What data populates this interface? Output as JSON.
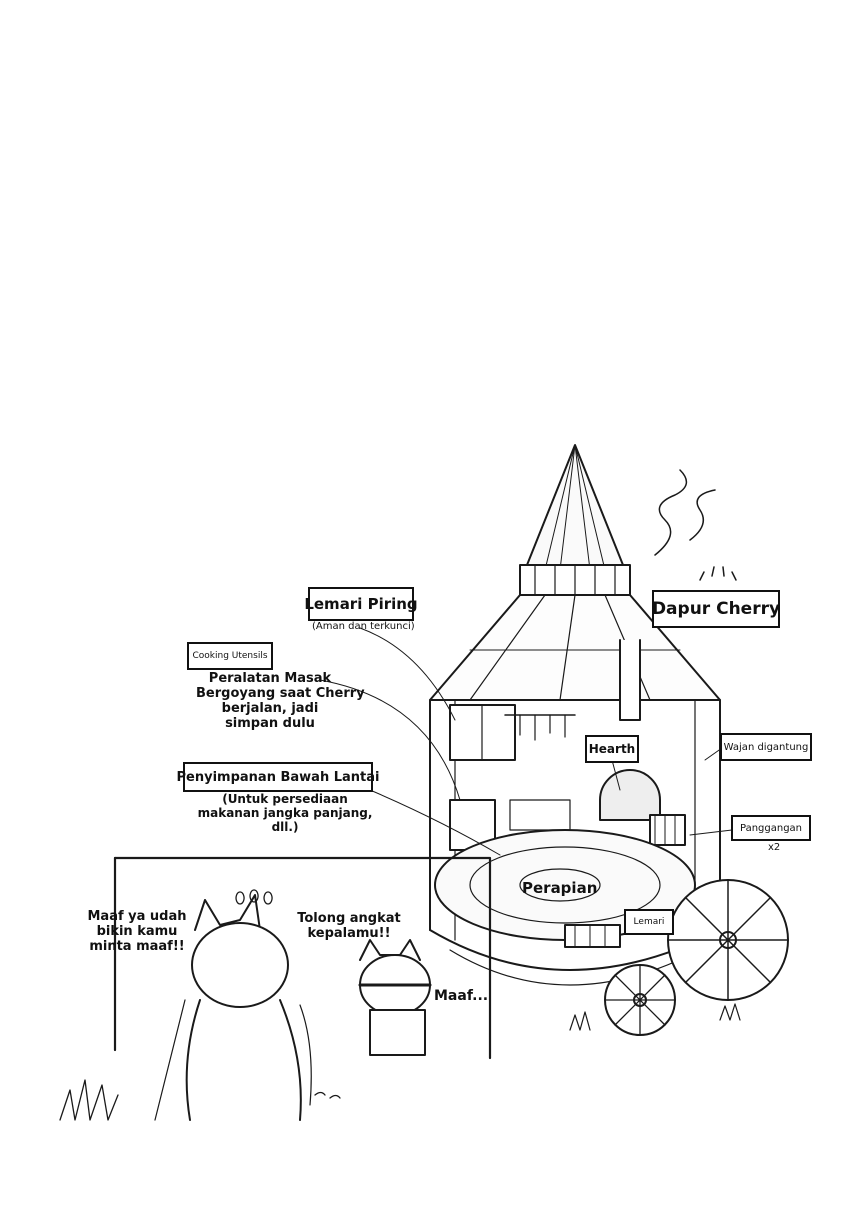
{
  "diagram": {
    "title": "Dapur Cherry",
    "labels": {
      "lemari_piring": "Lemari Piring",
      "lemari_piring_note": "(Aman dan terkunci)",
      "cooking_utensils": "Cooking Utensils",
      "peralatan_line1": "Peralatan Masak",
      "peralatan_line2": "Bergoyang saat Cherry",
      "peralatan_line3": "berjalan, jadi",
      "peralatan_line4": "simpan dulu",
      "penyimpanan": "Penyimpanan Bawah Lantai",
      "penyimpanan_note1": "(Untuk persediaan",
      "penyimpanan_note2": "makanan jangka panjang,",
      "penyimpanan_note3": "dll.)",
      "hearth": "Hearth",
      "wajan": "Wajan digantung",
      "panggangan": "Panggangan",
      "panggangan_count": "x2",
      "perapian": "Perapian",
      "lemari": "Lemari"
    }
  },
  "comic": {
    "speech_left_line1": "Maaf ya udah",
    "speech_left_line2": "bikin kamu",
    "speech_left_line3": "minta maaf!!",
    "speech_mid_line1": "Tolong angkat",
    "speech_mid_line2": "kepalamu!!",
    "speech_right": "Maaf..."
  }
}
